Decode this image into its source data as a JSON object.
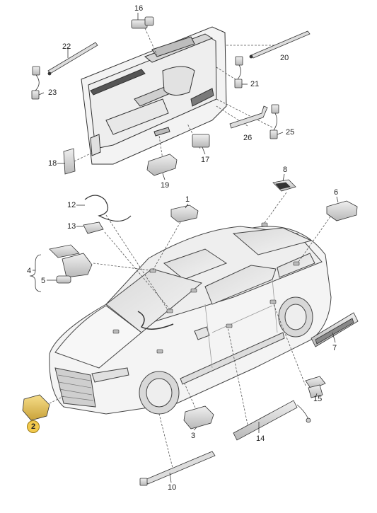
{
  "diagram": {
    "callouts": [
      {
        "id": "c1",
        "text": "1"
      },
      {
        "id": "c2",
        "text": "2",
        "highlighted": true
      },
      {
        "id": "c3",
        "text": "3"
      },
      {
        "id": "c4",
        "text": "4"
      },
      {
        "id": "c5",
        "text": "5"
      },
      {
        "id": "c6",
        "text": "6"
      },
      {
        "id": "c7",
        "text": "7"
      },
      {
        "id": "c8",
        "text": "8"
      },
      {
        "id": "c10",
        "text": "10"
      },
      {
        "id": "c12",
        "text": "12"
      },
      {
        "id": "c13",
        "text": "13"
      },
      {
        "id": "c14",
        "text": "14"
      },
      {
        "id": "c15",
        "text": "15"
      },
      {
        "id": "c16",
        "text": "16"
      },
      {
        "id": "c17",
        "text": "17"
      },
      {
        "id": "c18",
        "text": "18"
      },
      {
        "id": "c19",
        "text": "19"
      },
      {
        "id": "c20",
        "text": "20"
      },
      {
        "id": "c21",
        "text": "21"
      },
      {
        "id": "c22",
        "text": "22"
      },
      {
        "id": "c23",
        "text": "23"
      },
      {
        "id": "c25",
        "text": "25"
      },
      {
        "id": "c26",
        "text": "26"
      }
    ],
    "colors": {
      "line": "#333333",
      "part_fill": "#e6e6e6",
      "car_fill": "#f2f2f2",
      "highlight": "#f2c94c"
    }
  }
}
